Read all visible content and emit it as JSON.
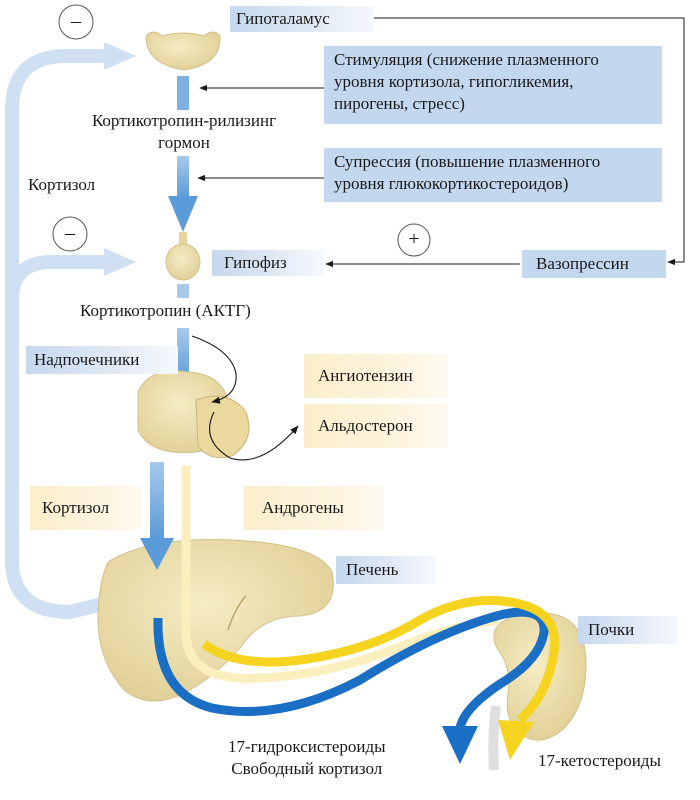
{
  "labels": {
    "hypothalamus": "Гипоталамус",
    "stimulation": [
      "Стимуляция (снижение плазменного",
      "уровня кортизола, гипогликемия,",
      "пирогены, стресс)"
    ],
    "crh": [
      "Кортикотропин-рилизинг",
      "гормон"
    ],
    "suppression": [
      "Супрессия (повышение плазменного",
      "уровня глюкокортикостероидов)"
    ],
    "cortisol_feedback": "Кортизол",
    "pituitary": "Гипофиз",
    "vasopressin": "Вазопрессин",
    "acth": "Кортикотропин (АКТГ)",
    "adrenals": "Надпочечники",
    "angiotensin": "Ангиотензин",
    "aldosterone": "Альдостерон",
    "cortisol": "Кортизол",
    "androgens": "Андрогены",
    "liver": "Печень",
    "kidneys": "Почки",
    "hydroxy": [
      "17-гидроксистероиды",
      "Свободный кортизол"
    ],
    "keto": "17-кетостероиды"
  },
  "signs": {
    "minus_top": "–",
    "minus_mid": "–",
    "plus": "+"
  },
  "colors": {
    "feedback_blue": "#c9dcf0",
    "arrow_blue": "#5b9bd9",
    "deep_blue": "#1a6fc4",
    "yellow": "#f5d31e",
    "pale_yellow": "#fbefbd",
    "organ": "#ecdca8"
  }
}
